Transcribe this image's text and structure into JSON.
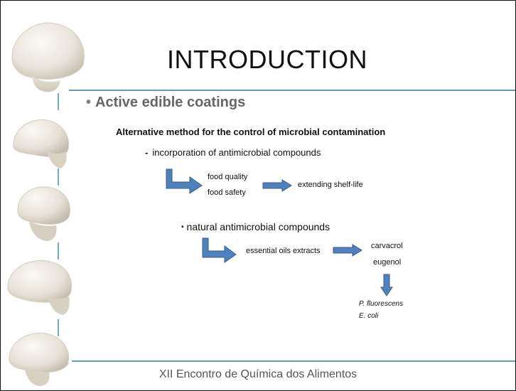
{
  "slide": {
    "title": "INTRODUCTION",
    "bullet_marker": "•",
    "heading": "Active edible coatings",
    "subheading": "Alternative method for the control of microbial contamination",
    "item1": {
      "marker": "-",
      "text": "incorporation of antimicrobial compounds",
      "outcomes": [
        "food quality",
        "food safety"
      ],
      "result": "extending  shelf-life"
    },
    "item2": {
      "marker": "▪",
      "text": "natural antimicrobial compounds",
      "extracts": "essential oils extracts",
      "compounds": [
        "carvacrol",
        "eugenol"
      ],
      "targets": [
        "P. fluorescens",
        "E. coli"
      ]
    },
    "footer": "XII Encontro de Química dos Alimentos"
  },
  "colors": {
    "accent_line": "#5f9fae",
    "arrow_fill": "#4f81bd",
    "arrow_stroke": "#385d8a",
    "heading_gray": "#666666"
  },
  "icons": [
    "mushroom-icon",
    "elbow-arrow-icon",
    "right-arrow-icon",
    "down-arrow-icon"
  ]
}
